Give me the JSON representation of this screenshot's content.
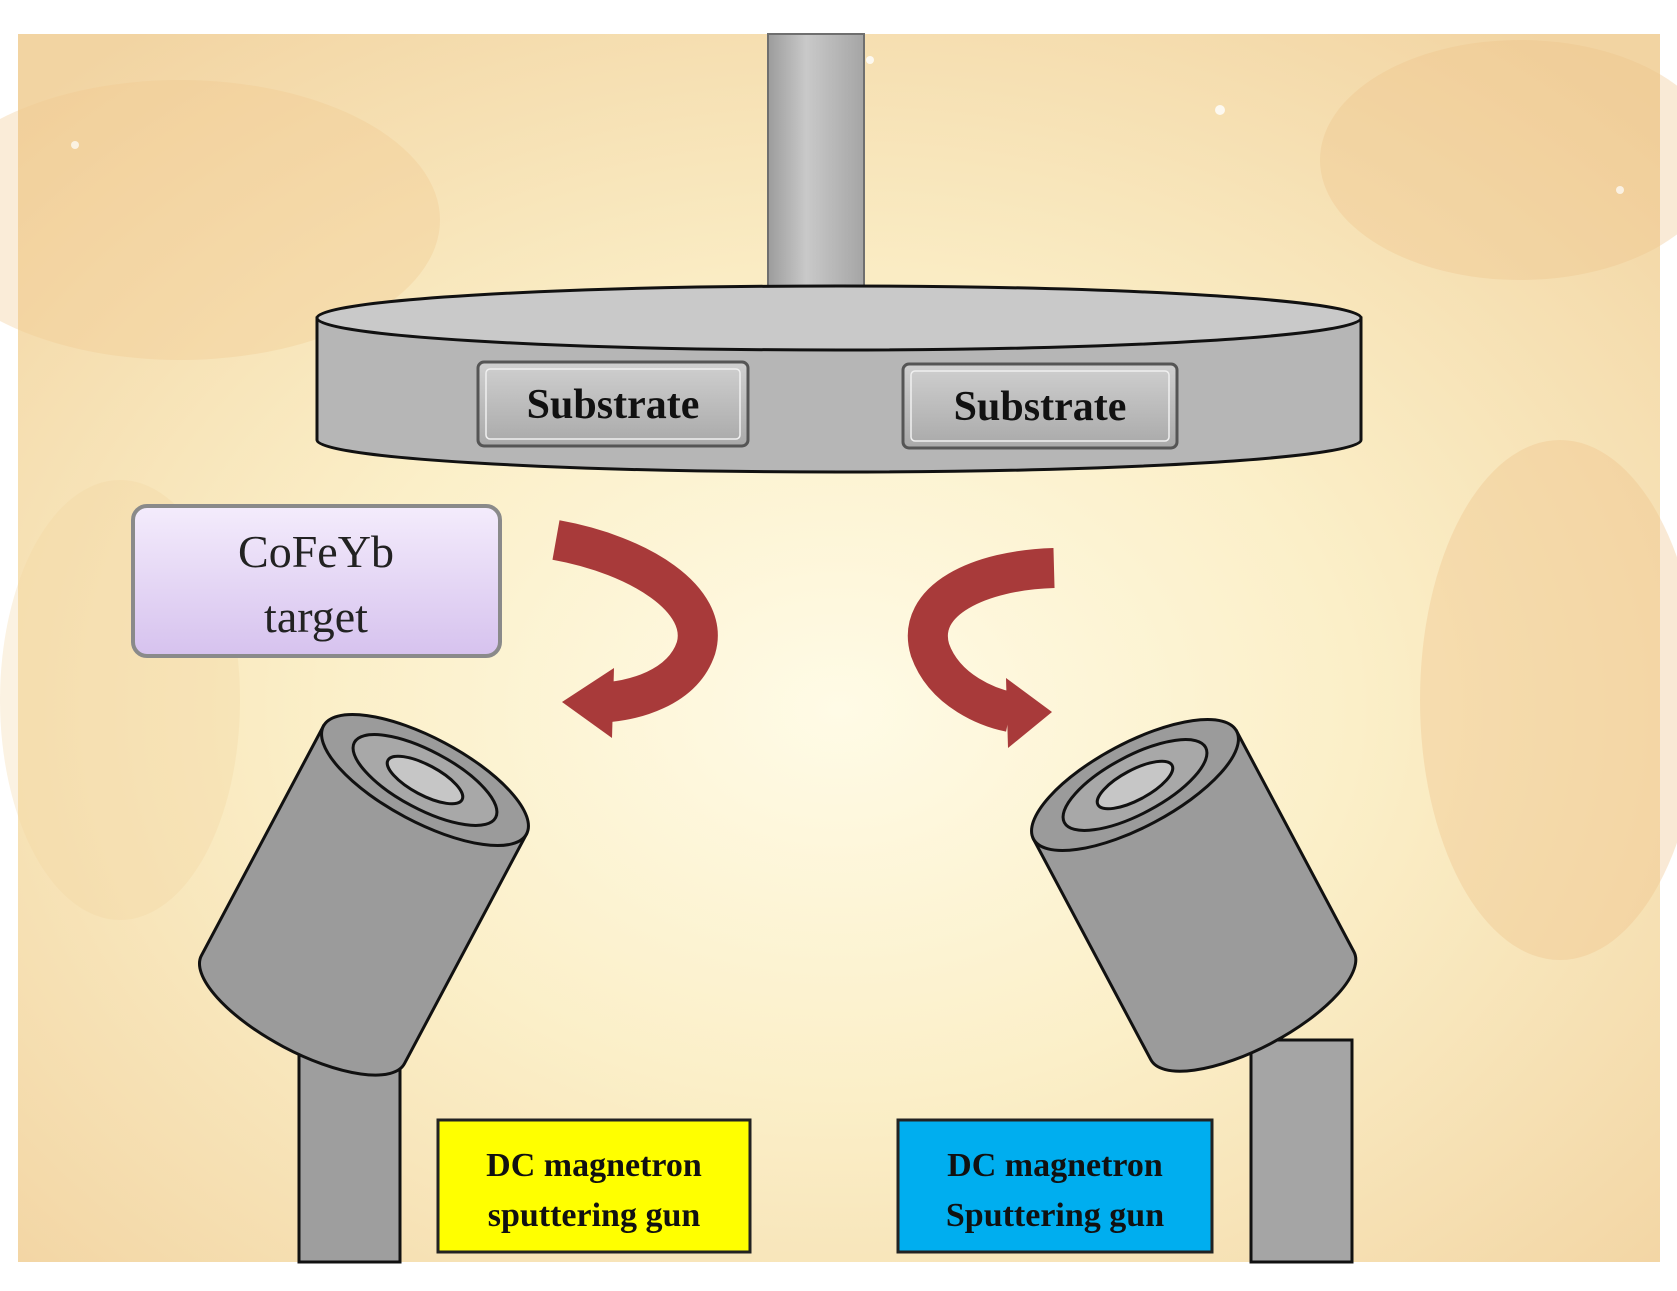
{
  "diagram": {
    "substrate_left_label": "Substrate",
    "substrate_right_label": "Substrate",
    "target_label_line1": "CoFeYb",
    "target_label_line2": "target",
    "gun_left_line1": "DC magnetron",
    "gun_left_line2": "sputtering gun",
    "gun_right_line1": "DC magnetron",
    "gun_right_line2": "Sputtering gun"
  },
  "colors": {
    "background_warm": "#f6dfb2",
    "background_light": "#fdf6dc",
    "metal_gray": "#b4b4b4",
    "gun_gray": "#9b9b9b",
    "rotation_arrow": "#a83a3a",
    "target_box": "#e4d4f4",
    "gun_left_label_bg": "#ffff00",
    "gun_right_label_bg": "#00aeef"
  }
}
